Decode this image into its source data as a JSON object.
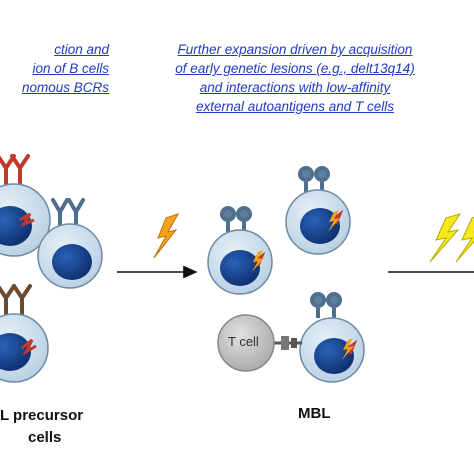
{
  "captions": {
    "left": [
      "ction and",
      "ion of B cells",
      "nomous BCRs"
    ],
    "middle": [
      "Further expansion driven by acquisition",
      "of early genetic lesions (e.g., delt13q14)",
      "and interactions with low-affinity",
      "external autoantigens and T cells"
    ]
  },
  "labels": {
    "precursor_line1": "L precursor",
    "precursor_line2": "cells",
    "mbl": "MBL",
    "tcell": "T cell"
  },
  "colors": {
    "caption_text": "#1f3bbf",
    "cell_fill": "#c9dcea",
    "nucleus": "#163f8c",
    "lesion_red": "#c0392b",
    "lightning_orange": "#f4a11d",
    "lightning_yellow": "#f7ea1a",
    "tcell_fill": "#bdbdbd",
    "receptor_steel": "#4f6f8f",
    "receptor_red": "#c0392b",
    "receptor_brown": "#6b4a2f"
  }
}
